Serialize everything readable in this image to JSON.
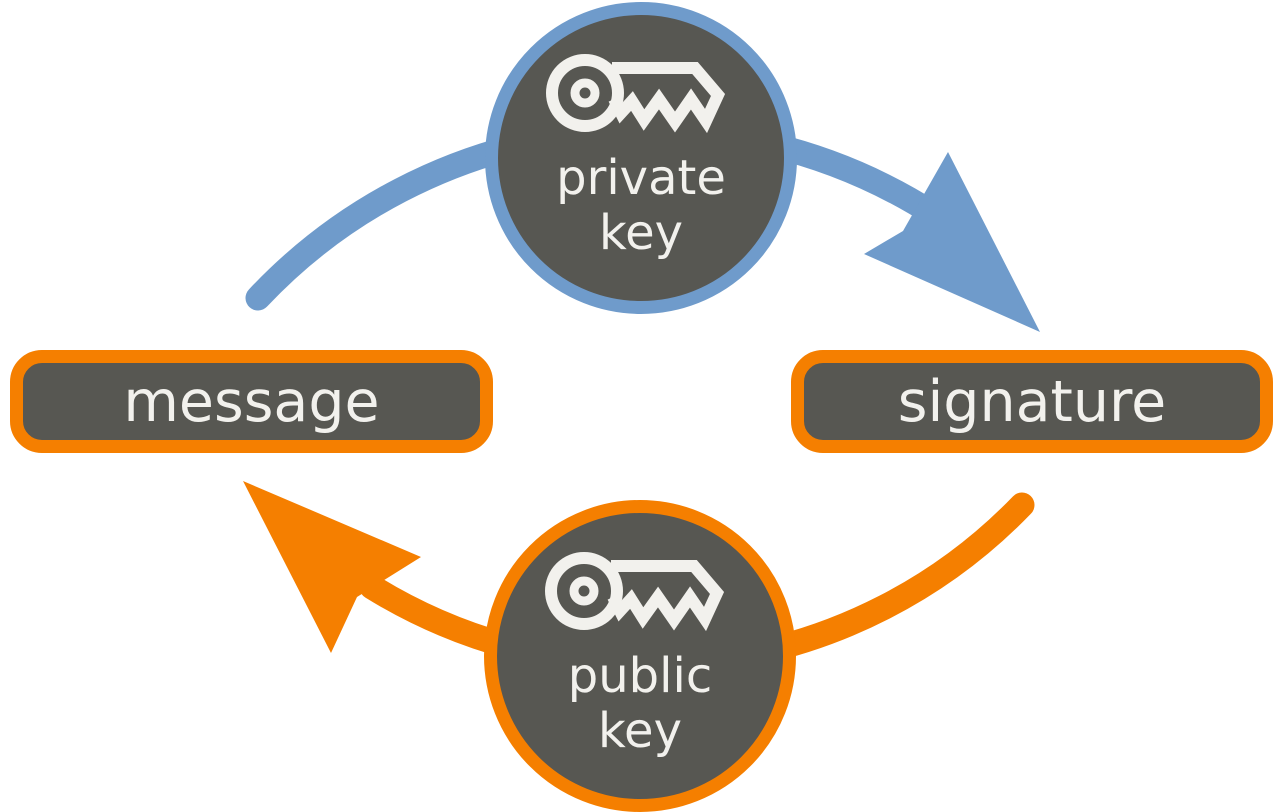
{
  "colors": {
    "blue": "#6f9bcb",
    "orange": "#f57f00",
    "node_fill": "#575752",
    "node_text": "#f2f1ed",
    "background": "#ffffff"
  },
  "nodes": {
    "message": {
      "label": "message"
    },
    "signature": {
      "label": "signature"
    },
    "private_key": {
      "line1": "private",
      "line2": "key",
      "icon": "key-icon"
    },
    "public_key": {
      "line1": "public",
      "line2": "key",
      "icon": "key-icon"
    }
  },
  "arrows": {
    "signing": {
      "from": "message",
      "via": "private key",
      "to": "signature",
      "color": "#6f9bcb"
    },
    "verification": {
      "from": "signature",
      "via": "public key",
      "to": "message",
      "color": "#f57f00"
    }
  }
}
